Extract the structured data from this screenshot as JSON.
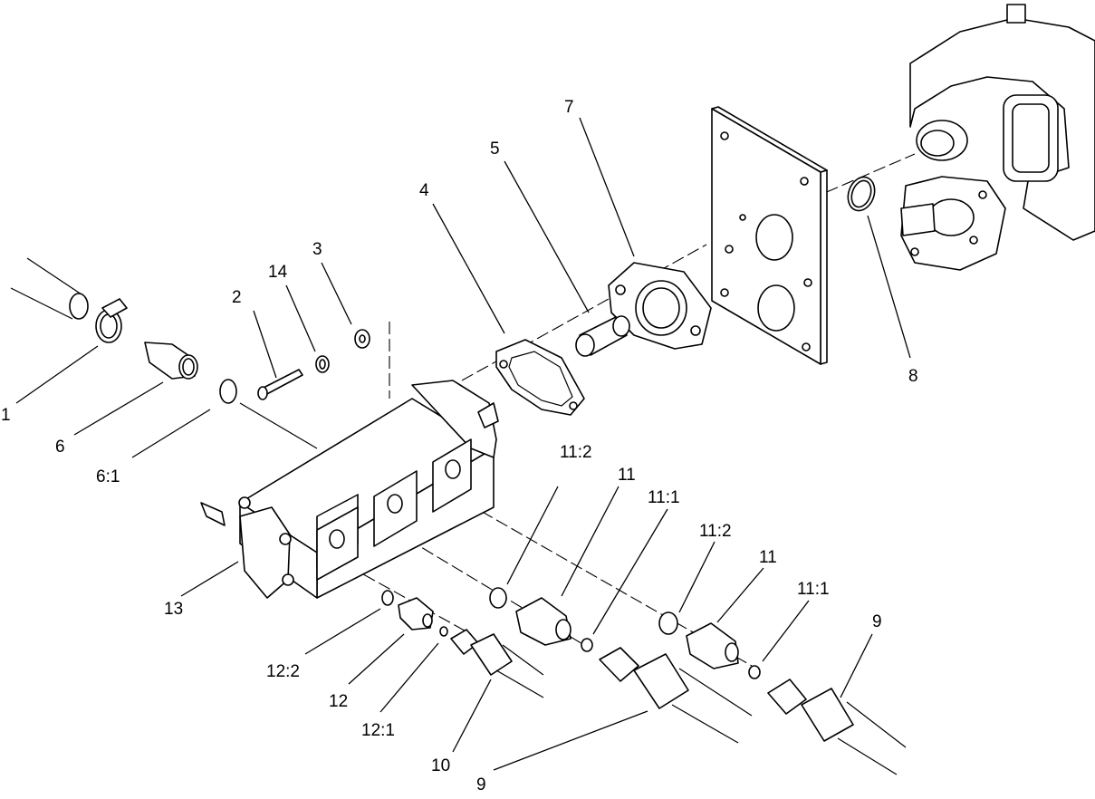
{
  "diagram": {
    "labels": {
      "c1": "1",
      "c2": "2",
      "c3": "3",
      "c4": "4",
      "c5": "5",
      "c6": "6",
      "c6_1": "6:1",
      "c7": "7",
      "c8": "8",
      "c9a": "9",
      "c9b": "9",
      "c10": "10",
      "c11a": "11",
      "c11b": "11",
      "c11_1a": "11:1",
      "c11_1b": "11:1",
      "c11_2a": "11:2",
      "c11_2b": "11:2",
      "c12": "12",
      "c12_1": "12:1",
      "c12_2": "12:2",
      "c13": "13",
      "c14": "14"
    },
    "colors": {
      "ink": "#000000",
      "paper": "#ffffff"
    }
  }
}
